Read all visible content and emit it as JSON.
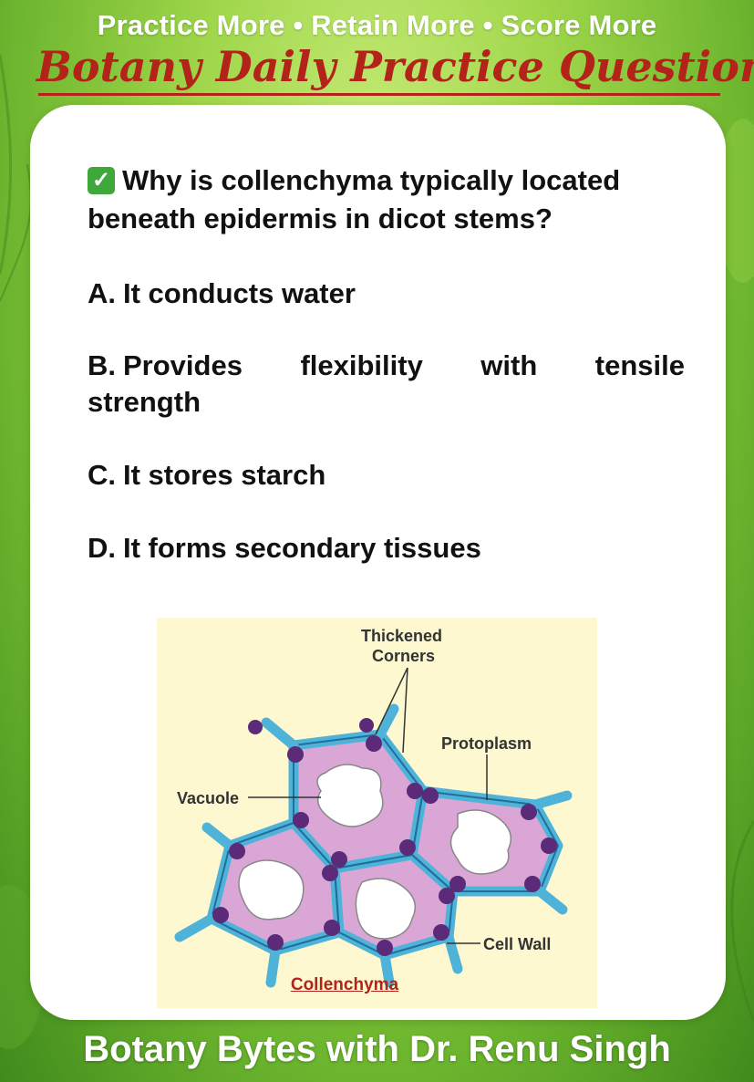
{
  "header": {
    "tagline": "Practice More • Retain More • Score More",
    "title": "Botany Daily Practice Question"
  },
  "question": {
    "icon": "check-mark-icon",
    "text": "Why is collenchyma typically located beneath epidermis in dicot stems?"
  },
  "options": [
    {
      "label": "A.",
      "text": "It conducts water"
    },
    {
      "label": "B.",
      "text": "Provides flexibility with tensile strength"
    },
    {
      "label": "C.",
      "text": "It stores starch"
    },
    {
      "label": "D.",
      "text": "It forms secondary tissues"
    }
  ],
  "figure": {
    "labels": {
      "thickened": "Thickened",
      "corners": "Corners",
      "protoplasm": "Protoplasm",
      "vacuole": "Vacuole",
      "cell_wall": "Cell Wall"
    },
    "caption": "Collenchyma"
  },
  "footer": {
    "text": "Botany Bytes with Dr. Renu Singh"
  },
  "colors": {
    "title_red": "#b3231a",
    "wall_blue": "#4fb3d9",
    "protoplasm_pink": "#d9a6d6",
    "corner_purple": "#5b2a78",
    "check_green": "#3ea83a"
  }
}
